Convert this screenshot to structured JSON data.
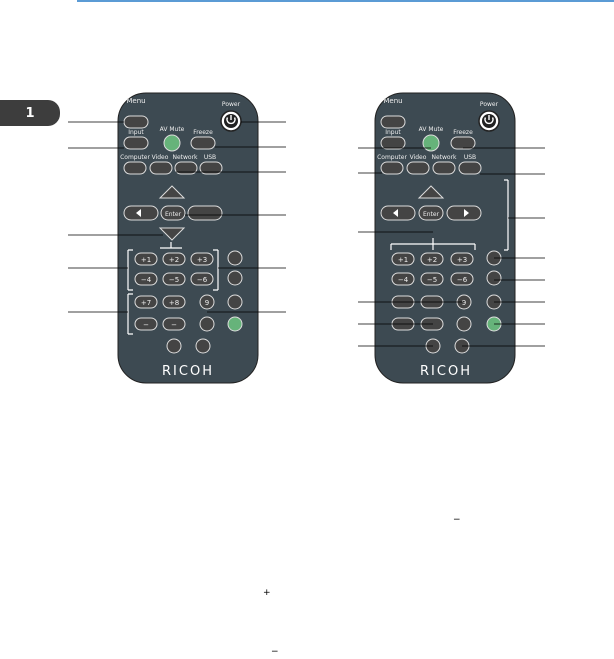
{
  "chapter": "1",
  "brand": "RICOH",
  "remote_left": {
    "buttons": {
      "menu": "Menu",
      "power": "Power",
      "input": "Input",
      "av_mute": "AV Mute",
      "freeze": "Freeze",
      "computer": "Computer",
      "video": "Video",
      "network": "Network",
      "usb": "USB",
      "enter": "Enter",
      "key1": "+1",
      "key2": "+2",
      "key3": "+3",
      "key4": "−4",
      "key5": "−5",
      "key6": "−6",
      "key7": "+7",
      "key8": "+8",
      "key9": "9",
      "key_minus": "−",
      "key_minus2": "−"
    }
  },
  "remote_right": {
    "buttons": {
      "menu": "Menu",
      "power": "Power",
      "input": "Input",
      "av_mute": "AV Mute",
      "freeze": "Freeze",
      "computer": "Computer",
      "video": "Video",
      "network": "Network",
      "usb": "USB",
      "enter": "Enter",
      "key1": "+1",
      "key2": "+2",
      "key3": "+3",
      "key4": "−4",
      "key5": "−5",
      "key6": "−6",
      "key9": "9"
    }
  },
  "glyphs": {
    "minus_a": "−",
    "plus": "+",
    "minus_b": "−"
  }
}
